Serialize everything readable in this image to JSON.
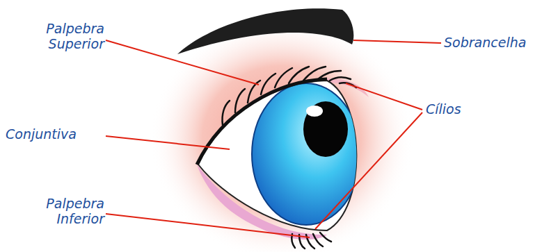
{
  "diagram": {
    "labels": [
      "Palpebra Superior",
      "Conjuntiva",
      "Palpebra Inferior",
      "Sobrancelha",
      "Cílios"
    ]
  }
}
